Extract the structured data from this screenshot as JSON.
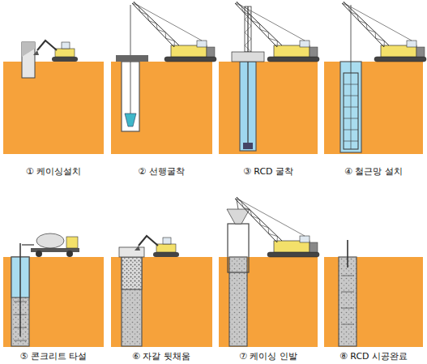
{
  "diagram": {
    "labels": [
      "① 케이싱설치",
      "② 선행굴착",
      "③ RCD 굴착",
      "④ 철근망 설치",
      "⑤ 콘크리트 타설",
      "⑥ 자갈 뒷채움",
      "⑦ 케이싱 인발",
      "⑧ RCD 시공완료"
    ]
  }
}
